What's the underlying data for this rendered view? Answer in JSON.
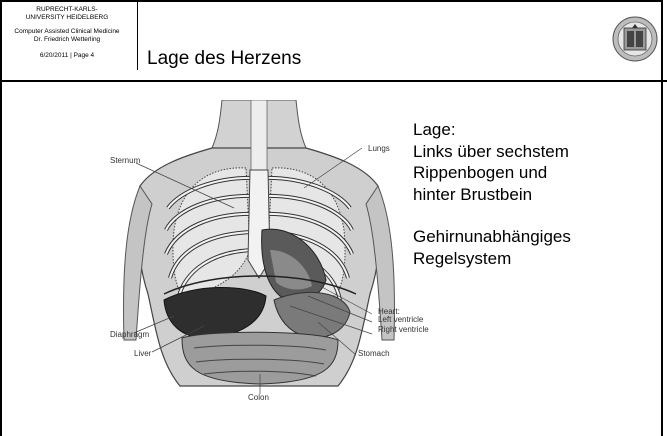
{
  "header": {
    "university_lines": [
      "RUPRECHT-KARLS-",
      "UNIVERSITY HEIDELBERG"
    ],
    "department": "Computer Assisted Clinical Medicine",
    "author": "Dr. Friedrich Wetterling",
    "date_page": "6/20/2011 | Page 4",
    "title": "Lage des Herzens",
    "seal_icon": "university-seal-icon"
  },
  "content": {
    "lines1": [
      "Lage:",
      "Links über sechstem",
      "Rippenbogen und",
      "hinter Brustbein"
    ],
    "lines2": [
      "Gehirnunabhängiges",
      "Regelsystem"
    ]
  },
  "figure": {
    "labels": {
      "sternum": "Sternum",
      "lungs": "Lungs",
      "heart": "Heart:",
      "left_ventricle": "Left ventricle",
      "right_ventricle": "Right ventricle",
      "diaphragm": "Diaphragm",
      "liver": "Liver",
      "stomach": "Stomach",
      "colon": "Colon"
    }
  },
  "colors": {
    "text": "#000000",
    "body": "#c8c8c8",
    "dark": "#3a3a3a"
  }
}
